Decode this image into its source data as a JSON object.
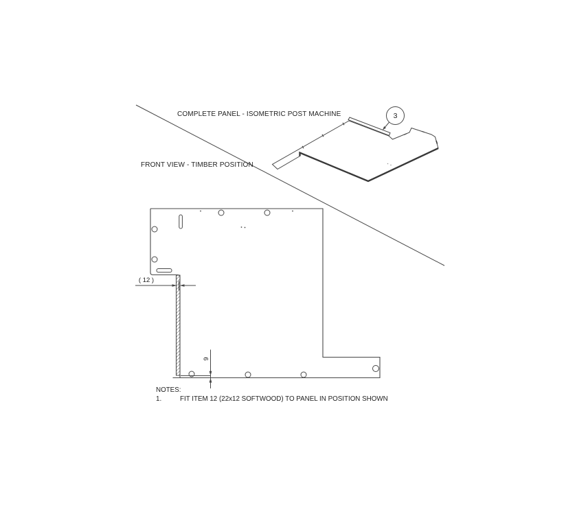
{
  "sheet": {
    "background": "#ffffff",
    "colors": {
      "line": "#474747",
      "line_strong": "#383838",
      "text": "#222222"
    }
  },
  "views": {
    "isometric": {
      "title": "COMPLETE PANEL - ISOMETRIC POST MACHINE",
      "balloon": {
        "label": "3"
      }
    },
    "front": {
      "title": "FRONT VIEW - TIMBER POSITION",
      "dimensions": {
        "timber_width": {
          "label": "( 12 )"
        },
        "timber_offset": {
          "label": "9"
        }
      }
    }
  },
  "notes": {
    "heading": "NOTES:",
    "items": [
      {
        "number": "1.",
        "text": "FIT ITEM 12 (22x12 SOFTWOOD) TO PANEL IN POSITION SHOWN"
      }
    ]
  }
}
